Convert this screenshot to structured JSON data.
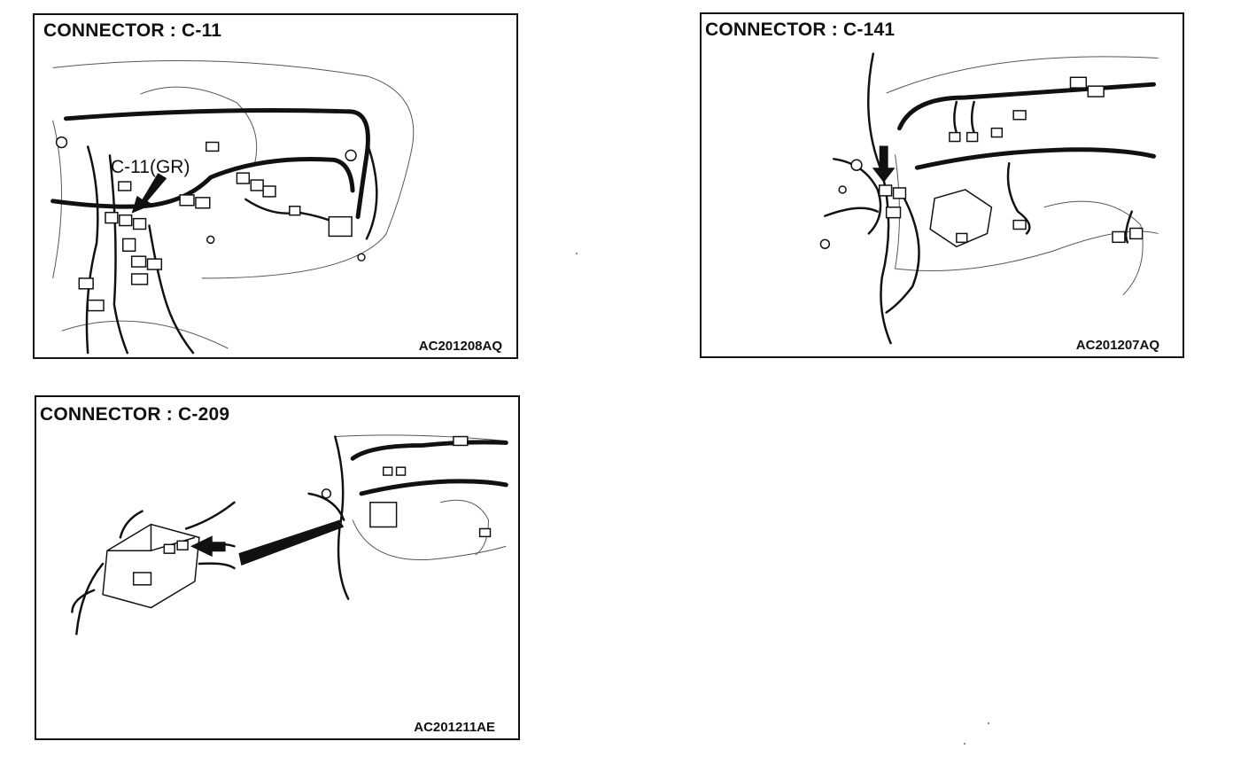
{
  "panels": [
    {
      "title": "CONNECTOR : C-11",
      "callout": "C-11(GR)",
      "code": "AC201208AQ"
    },
    {
      "title": "CONNECTOR : C-141",
      "code": "AC201207AQ"
    },
    {
      "title": "CONNECTOR : C-209",
      "code": "AC201211AE"
    }
  ]
}
